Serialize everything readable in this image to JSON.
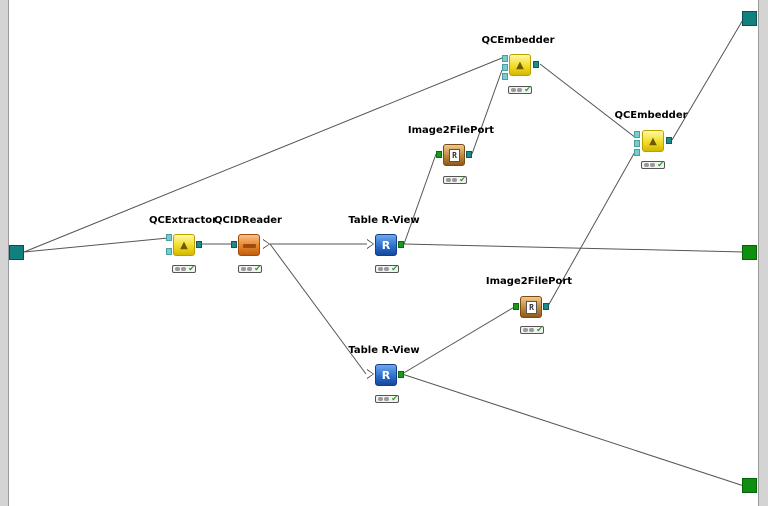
{
  "nodes": {
    "qcextractor": {
      "label": "QCExtractor",
      "icon": "triangle-warning-icon",
      "color": "#f2dc2a"
    },
    "qcidreader": {
      "label": "QCIDReader",
      "icon": "reader-bar-icon",
      "color": "#e8832a"
    },
    "table_rview_top": {
      "label": "Table R-View",
      "icon": "r-logo-icon",
      "color": "#2b6fd0"
    },
    "table_rview_bottom": {
      "label": "Table R-View",
      "icon": "r-logo-icon",
      "color": "#2b6fd0"
    },
    "image2fileport_top": {
      "label": "Image2FilePort",
      "icon": "image-file-icon",
      "color": "#c0873a"
    },
    "image2fileport_bottom": {
      "label": "Image2FilePort",
      "icon": "image-file-icon",
      "color": "#c0873a"
    },
    "qcembedder_top": {
      "label": "QCEmbedder",
      "icon": "triangle-warning-icon",
      "color": "#f2dc2a"
    },
    "qcembedder_right": {
      "label": "QCEmbedder",
      "icon": "triangle-warning-icon",
      "color": "#f2dc2a"
    }
  },
  "glyphs": {
    "triangle": "▲",
    "r": "R",
    "image": "R",
    "check": "✔"
  },
  "colors": {
    "wire": "#555555",
    "workflow_in_port": "#138080",
    "workflow_out_port": "#0f8f0f",
    "status_ok": "#2a9a2a"
  }
}
